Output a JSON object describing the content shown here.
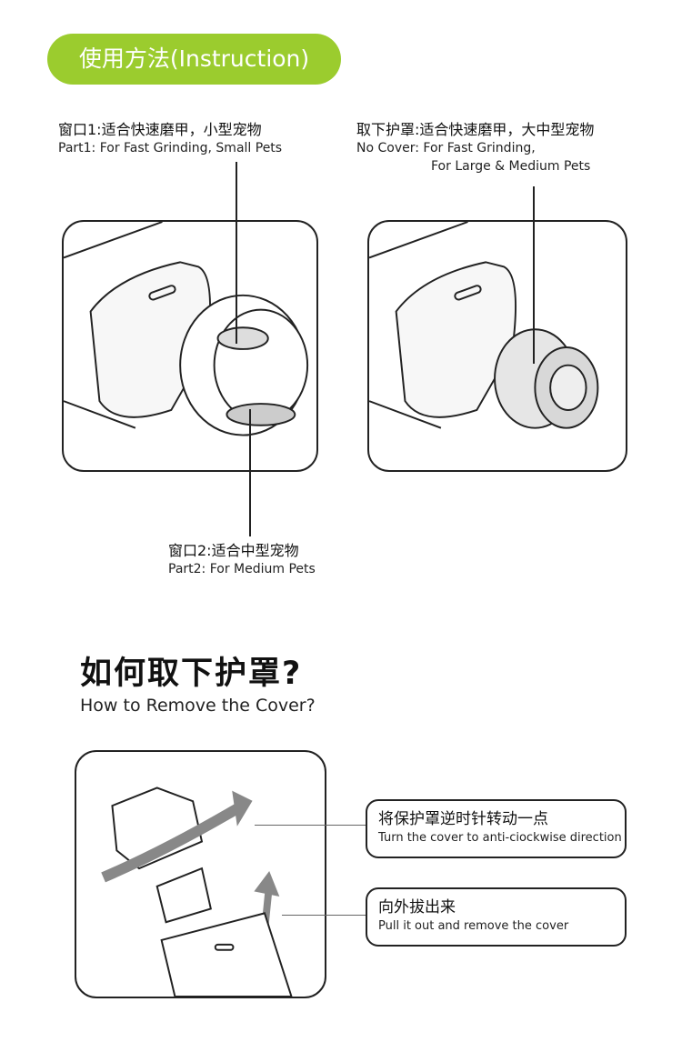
{
  "header": {
    "title": "使用方法(Instruction)",
    "color": "#9bcc2e"
  },
  "part1": {
    "cn": "窗口1:适合快速磨甲，小型宠物",
    "en": "Part1: For Fast Grinding, Small Pets"
  },
  "no_cover": {
    "cn": "取下护罩:适合快速磨甲，大中型宠物",
    "en_line1": "No Cover: For Fast Grinding,",
    "en_line2": "For Large & Medium Pets"
  },
  "part2": {
    "cn": "窗口2:适合中型宠物",
    "en": "Part2: For Medium Pets"
  },
  "remove": {
    "title": "如何取下护罩?",
    "subtitle": "How to Remove the Cover?"
  },
  "steps": [
    {
      "cn": "将保护罩逆时针转动一点",
      "en": "Turn the cover to anti-ciockwise direction"
    },
    {
      "cn": "向外拔出来",
      "en": "Pull it out and remove the cover"
    }
  ]
}
